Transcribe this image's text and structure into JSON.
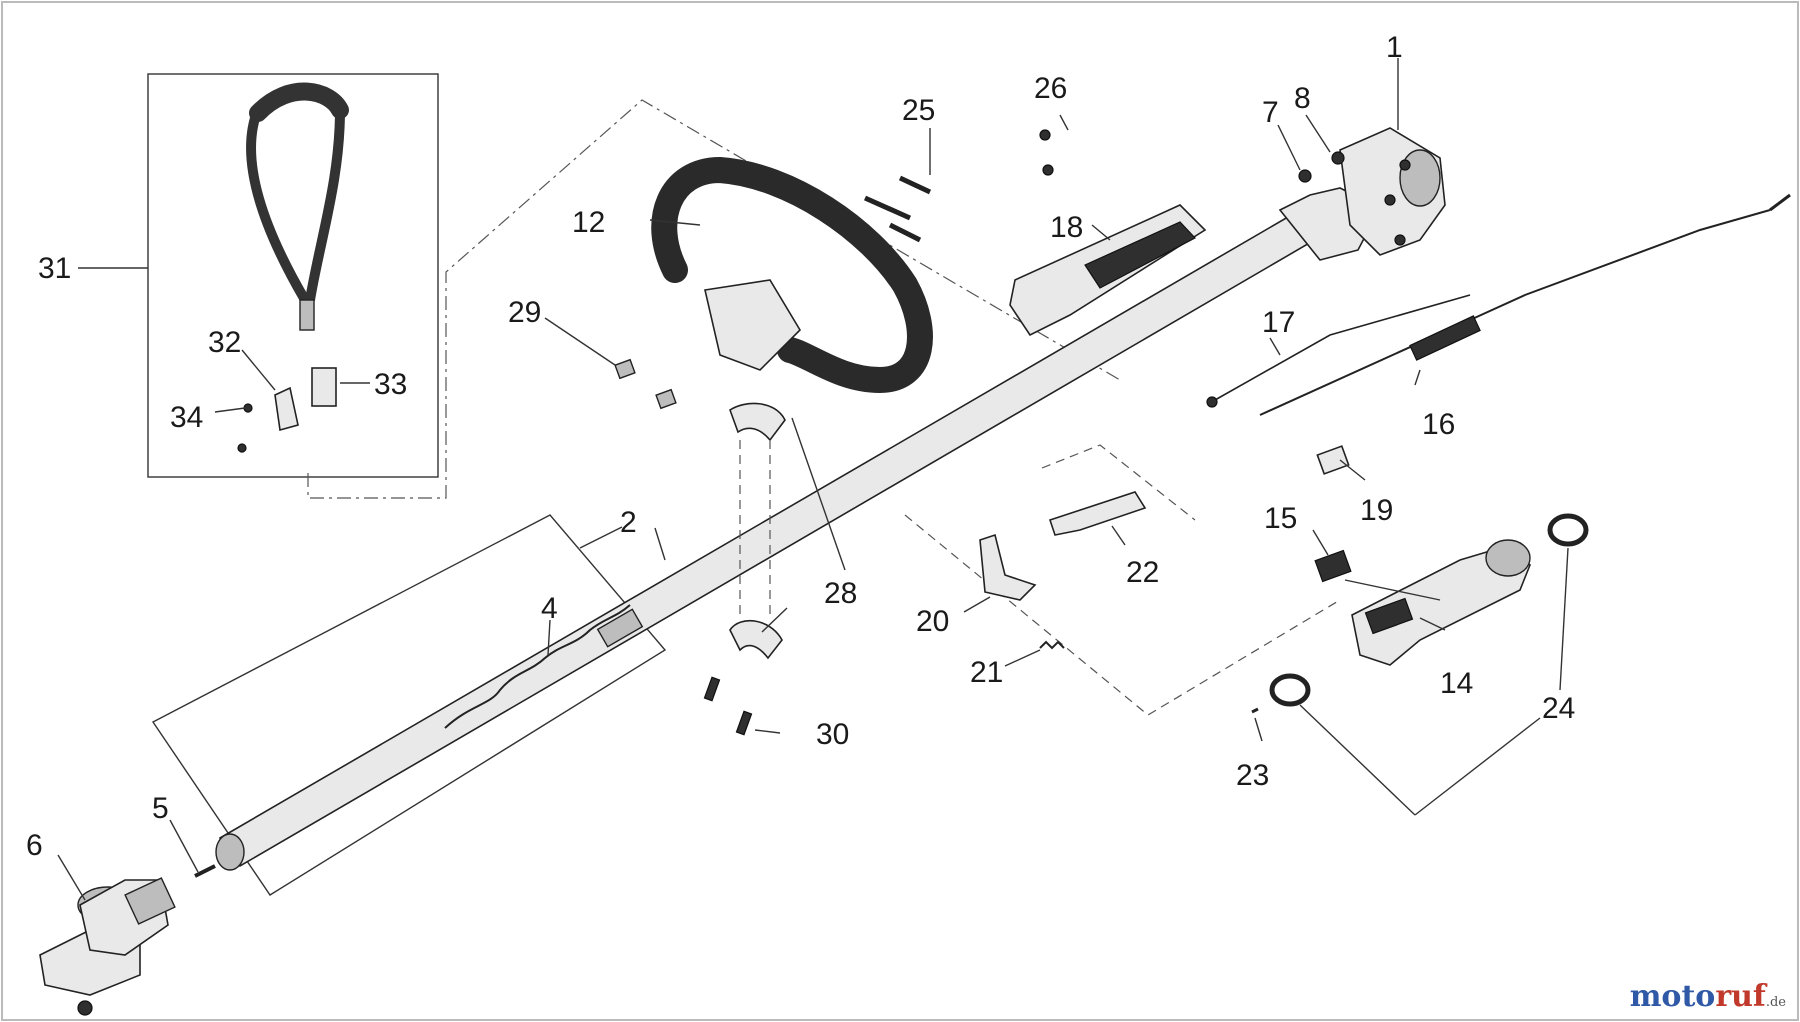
{
  "diagram": {
    "callouts": [
      "1",
      "2",
      "4",
      "5",
      "6",
      "7",
      "8",
      "12",
      "14",
      "15",
      "16",
      "17",
      "18",
      "19",
      "20",
      "21",
      "22",
      "23",
      "24",
      "25",
      "26",
      "28",
      "29",
      "30",
      "31",
      "32",
      "33",
      "34"
    ]
  },
  "watermark": {
    "text_main": "motoruf",
    "text_tld": ".de"
  }
}
